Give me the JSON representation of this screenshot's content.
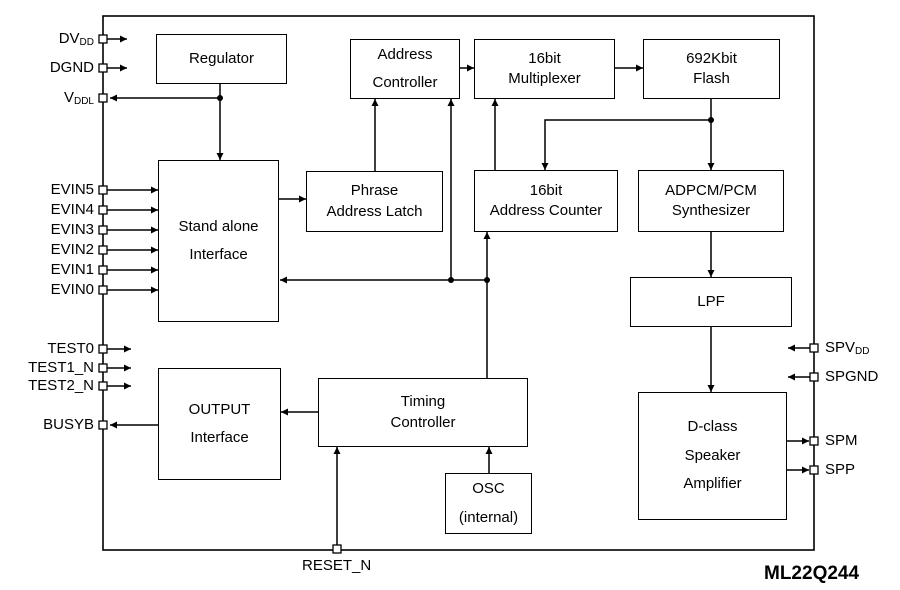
{
  "blocks": {
    "regulator": [
      "Regulator"
    ],
    "address_controller": [
      "Address",
      "Controller"
    ],
    "multiplexer": [
      "16bit",
      "Multiplexer"
    ],
    "flash": [
      "692Kbit",
      "Flash"
    ],
    "standalone": [
      "Stand alone",
      "Interface"
    ],
    "phrase_latch": [
      "Phrase",
      "Address Latch"
    ],
    "address_counter": [
      "16bit",
      "Address Counter"
    ],
    "synthesizer": [
      "ADPCM/PCM",
      "Synthesizer"
    ],
    "lpf": [
      "LPF"
    ],
    "output": [
      "OUTPUT",
      "Interface"
    ],
    "timing": [
      "Timing",
      "Controller"
    ],
    "osc": [
      "OSC",
      "(internal)"
    ],
    "dclass": [
      "D-class",
      "Speaker",
      "Amplifier"
    ]
  },
  "pins_left": {
    "dvdd": {
      "base": "DV",
      "sub": "DD"
    },
    "dgnd": {
      "base": "DGND",
      "sub": ""
    },
    "vddl": {
      "base": "V",
      "sub": "DDL"
    },
    "evin5": {
      "base": "EVIN5",
      "sub": ""
    },
    "evin4": {
      "base": "EVIN4",
      "sub": ""
    },
    "evin3": {
      "base": "EVIN3",
      "sub": ""
    },
    "evin2": {
      "base": "EVIN2",
      "sub": ""
    },
    "evin1": {
      "base": "EVIN1",
      "sub": ""
    },
    "evin0": {
      "base": "EVIN0",
      "sub": ""
    },
    "test0": {
      "base": "TEST0",
      "sub": ""
    },
    "test1n": {
      "base": "TEST1_N",
      "sub": ""
    },
    "test2n": {
      "base": "TEST2_N",
      "sub": ""
    },
    "busyb": {
      "base": "BUSYB",
      "sub": ""
    }
  },
  "pins_right": {
    "spvdd": {
      "base": "SPV",
      "sub": "DD"
    },
    "spgnd": {
      "base": "SPGND",
      "sub": ""
    },
    "spm": {
      "base": "SPM",
      "sub": ""
    },
    "spp": {
      "base": "SPP",
      "sub": ""
    }
  },
  "pin_bottom": {
    "reset_n": "RESET_N"
  },
  "part_number": "ML22Q244"
}
